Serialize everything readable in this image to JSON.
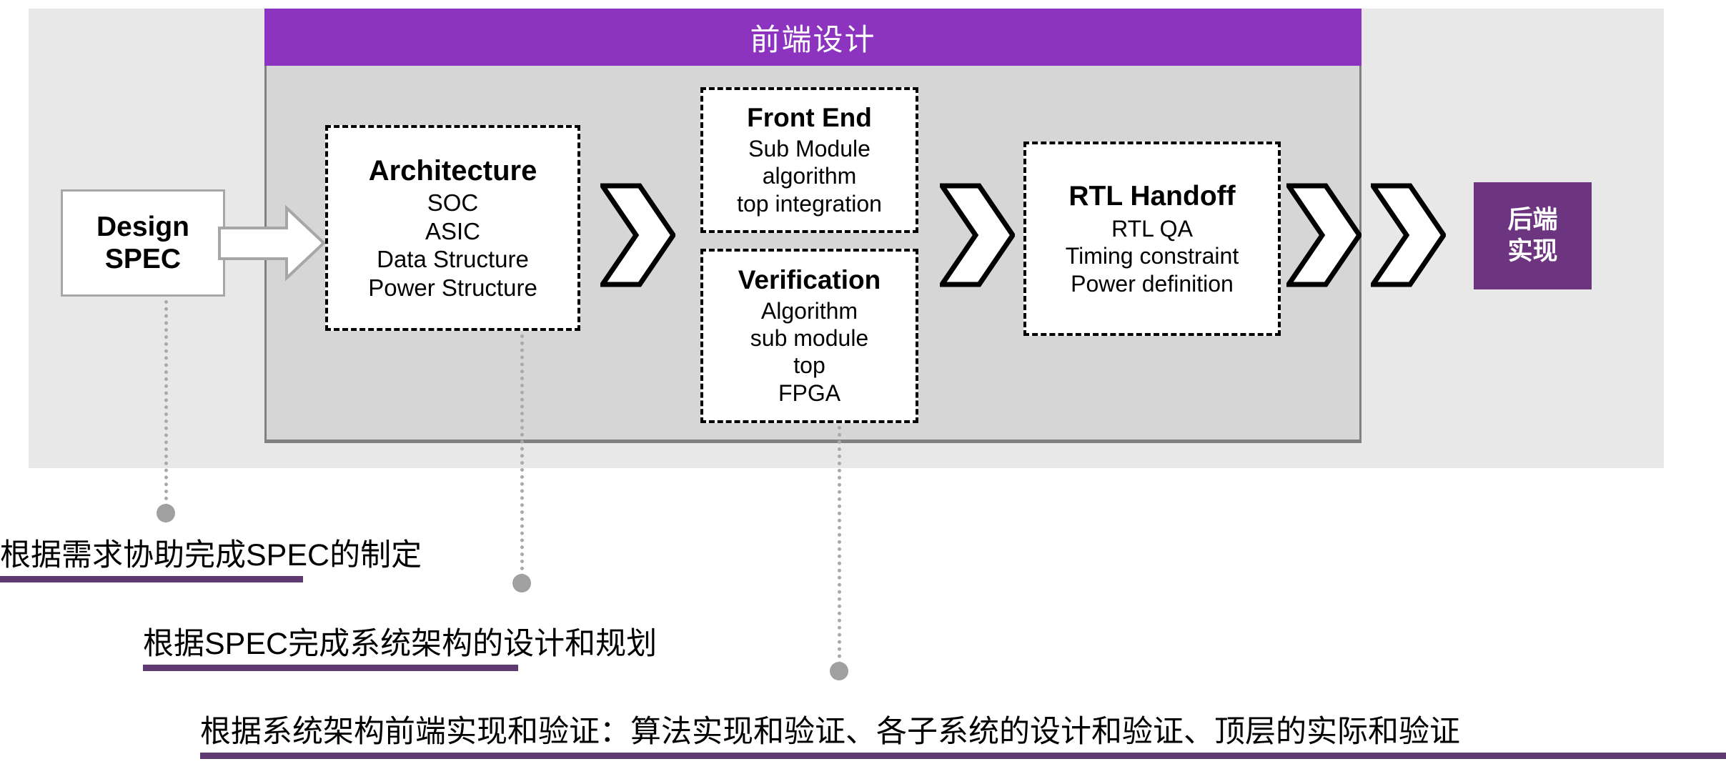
{
  "diagram": {
    "header": {
      "title": "前端设计"
    },
    "stages": [
      {
        "id": "design-spec",
        "heading": "Design",
        "heading2": "SPEC",
        "items": []
      },
      {
        "id": "architecture",
        "heading": "Architecture",
        "items": [
          "SOC",
          "ASIC",
          "Data Structure",
          "Power Structure"
        ]
      },
      {
        "id": "front-end",
        "heading": "Front End",
        "items": [
          "Sub Module",
          "algorithm",
          "top integration"
        ]
      },
      {
        "id": "verification",
        "heading": "Verification",
        "items": [
          "Algorithm",
          "sub module",
          "top",
          "FPGA"
        ]
      },
      {
        "id": "rtl-handoff",
        "heading": "RTL Handoff",
        "items": [
          "RTL QA",
          "Timing constraint",
          "Power definition"
        ]
      },
      {
        "id": "backend",
        "heading": "后端",
        "heading2": "实现",
        "items": []
      }
    ],
    "annotations": [
      {
        "text": "根据需求协助完成SPEC的制定"
      },
      {
        "text": "根据SPEC完成系统架构的设计和规划"
      },
      {
        "text": "根据系统架构前端实现和验证：算法实现和验证、各子系统的设计和验证、顶层的实际和验证"
      }
    ],
    "colors": {
      "header_purple": "#8c33bf",
      "backend_purple": "#6d3580",
      "rule_purple": "#5e3a70",
      "outer_panel": "#e8e8e8",
      "inner_panel": "#d6d6d6",
      "connector_gray": "#a9a9a9"
    },
    "icons": {
      "block_arrow": "right-block-arrow-icon",
      "chevron": "right-chevron-icon",
      "connector_dot": "connector-dot-icon"
    }
  }
}
